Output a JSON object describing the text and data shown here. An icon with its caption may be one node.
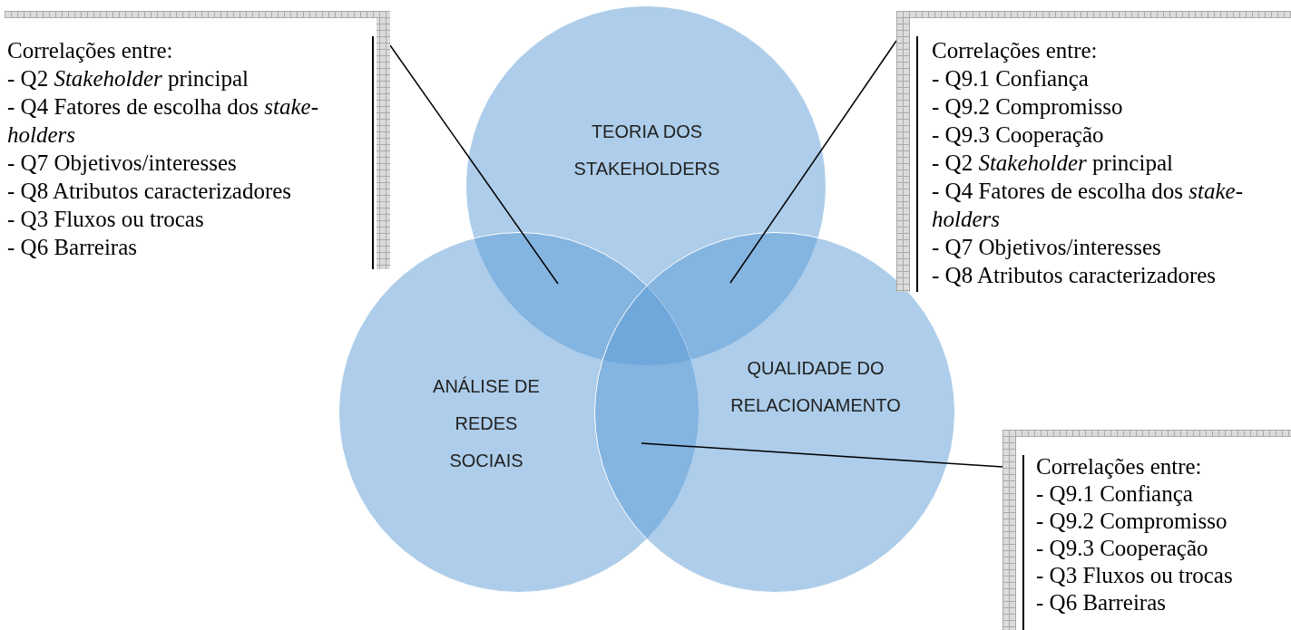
{
  "diagram": {
    "nodes": [
      {
        "text": [
          "Correlações entre:",
          "- Q2 *Stakeholder* principal",
          "- Q4 Fatores de escolha dos *stake-holders*",
          "- Q7 Objetivos/interesses",
          "- Q8 Atributos caracterizadores",
          "- Q3 Fluxos ou trocas",
          "- Q6 Barreiras"
        ]
      },
      {
        "text": [
          "TEORIA DOS STAKEHOLDERS"
        ]
      },
      {
        "text": [
          "Correlações entre:",
          "- Q9.1 Confiança",
          "- Q9.2 Compromisso",
          "- Q9.3 Cooperação",
          "- Q2 *Stakeholder* principal",
          "- Q4 Fatores de escolha dos *stake-holders*",
          "- Q7 Objetivos/interesses",
          "- Q8 Atributos caracterizadores"
        ]
      },
      {
        "text": [
          "ANÁLISE DE REDES SOCIAIS"
        ]
      },
      {
        "text": [
          "QUALIDADE DO RELACIONAMENTO"
        ]
      },
      {
        "text": [
          "Correlações entre:",
          "- Q9.1 Confiança",
          "- Q9.2 Compromisso",
          "- Q9.3 Cooperação",
          "- Q3 Fluxos ou trocas",
          "- Q6 Barreiras"
        ]
      }
    ],
    "edges": [
      {
        "from": 0,
        "to": 1,
        "arrow": "none"
      },
      {
        "from": 2,
        "to": 1,
        "arrow": "none"
      },
      {
        "from": 5,
        "to": 3,
        "arrow": "none"
      }
    ]
  }
}
